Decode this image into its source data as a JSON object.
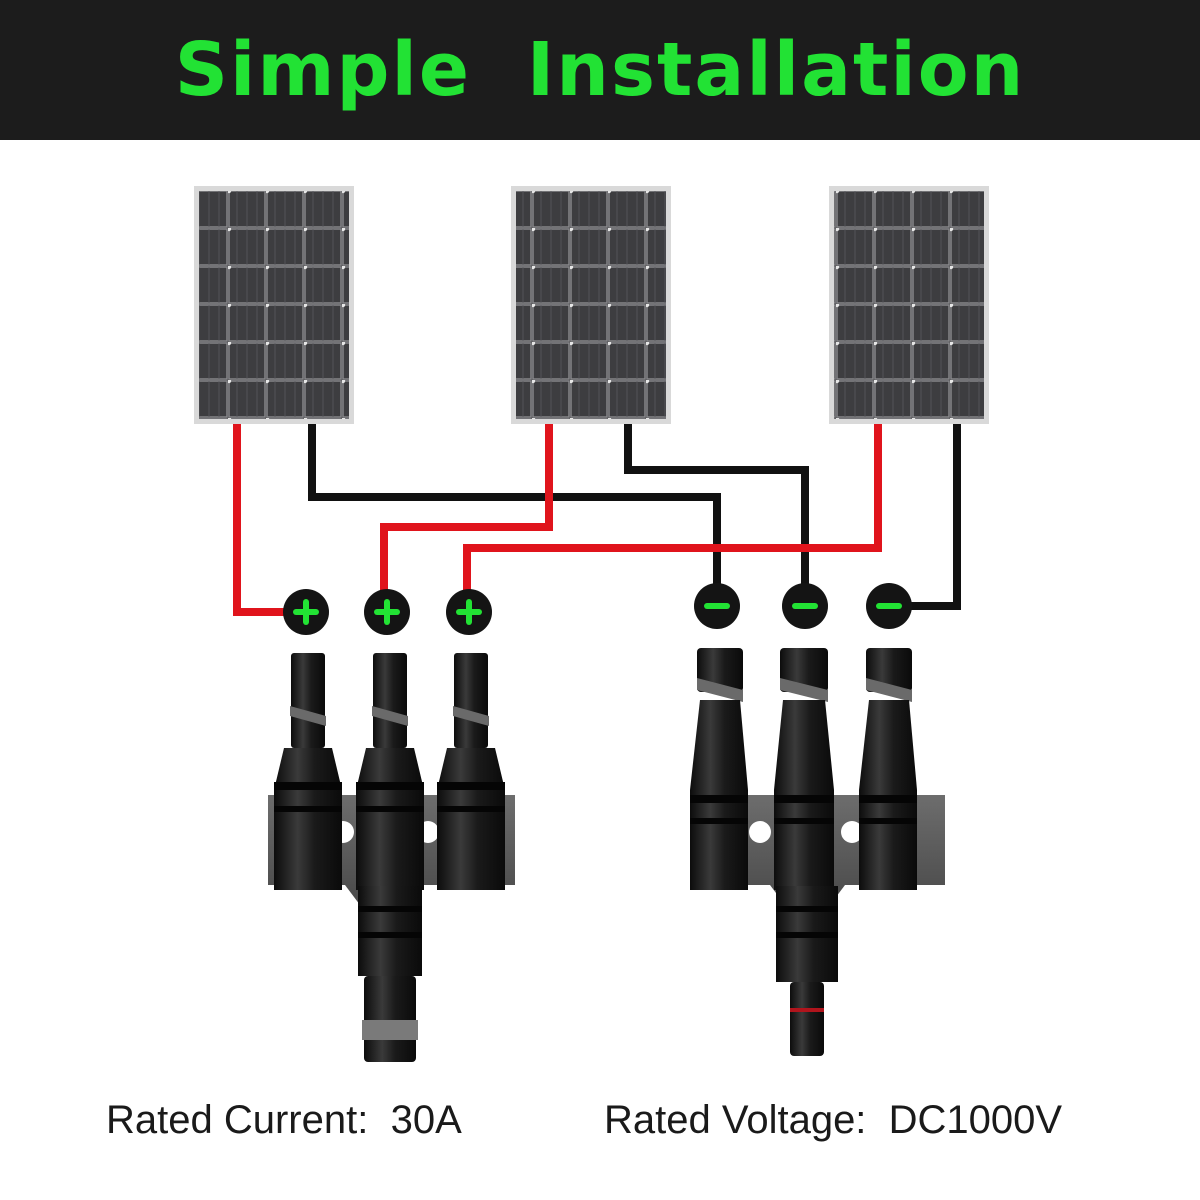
{
  "header": {
    "title": "Simple Installation"
  },
  "colors": {
    "accent_green": "#22e234",
    "positive_wire": "#e0141c",
    "negative_wire": "#111111",
    "panel": "#3b3b3d"
  },
  "terminals": {
    "positive_symbol": "+",
    "negative_symbol": "−"
  },
  "specs": {
    "current_label": "Rated Current:",
    "current_value": "30A",
    "voltage_label": "Rated Voltage:",
    "voltage_value": "DC1000V"
  }
}
